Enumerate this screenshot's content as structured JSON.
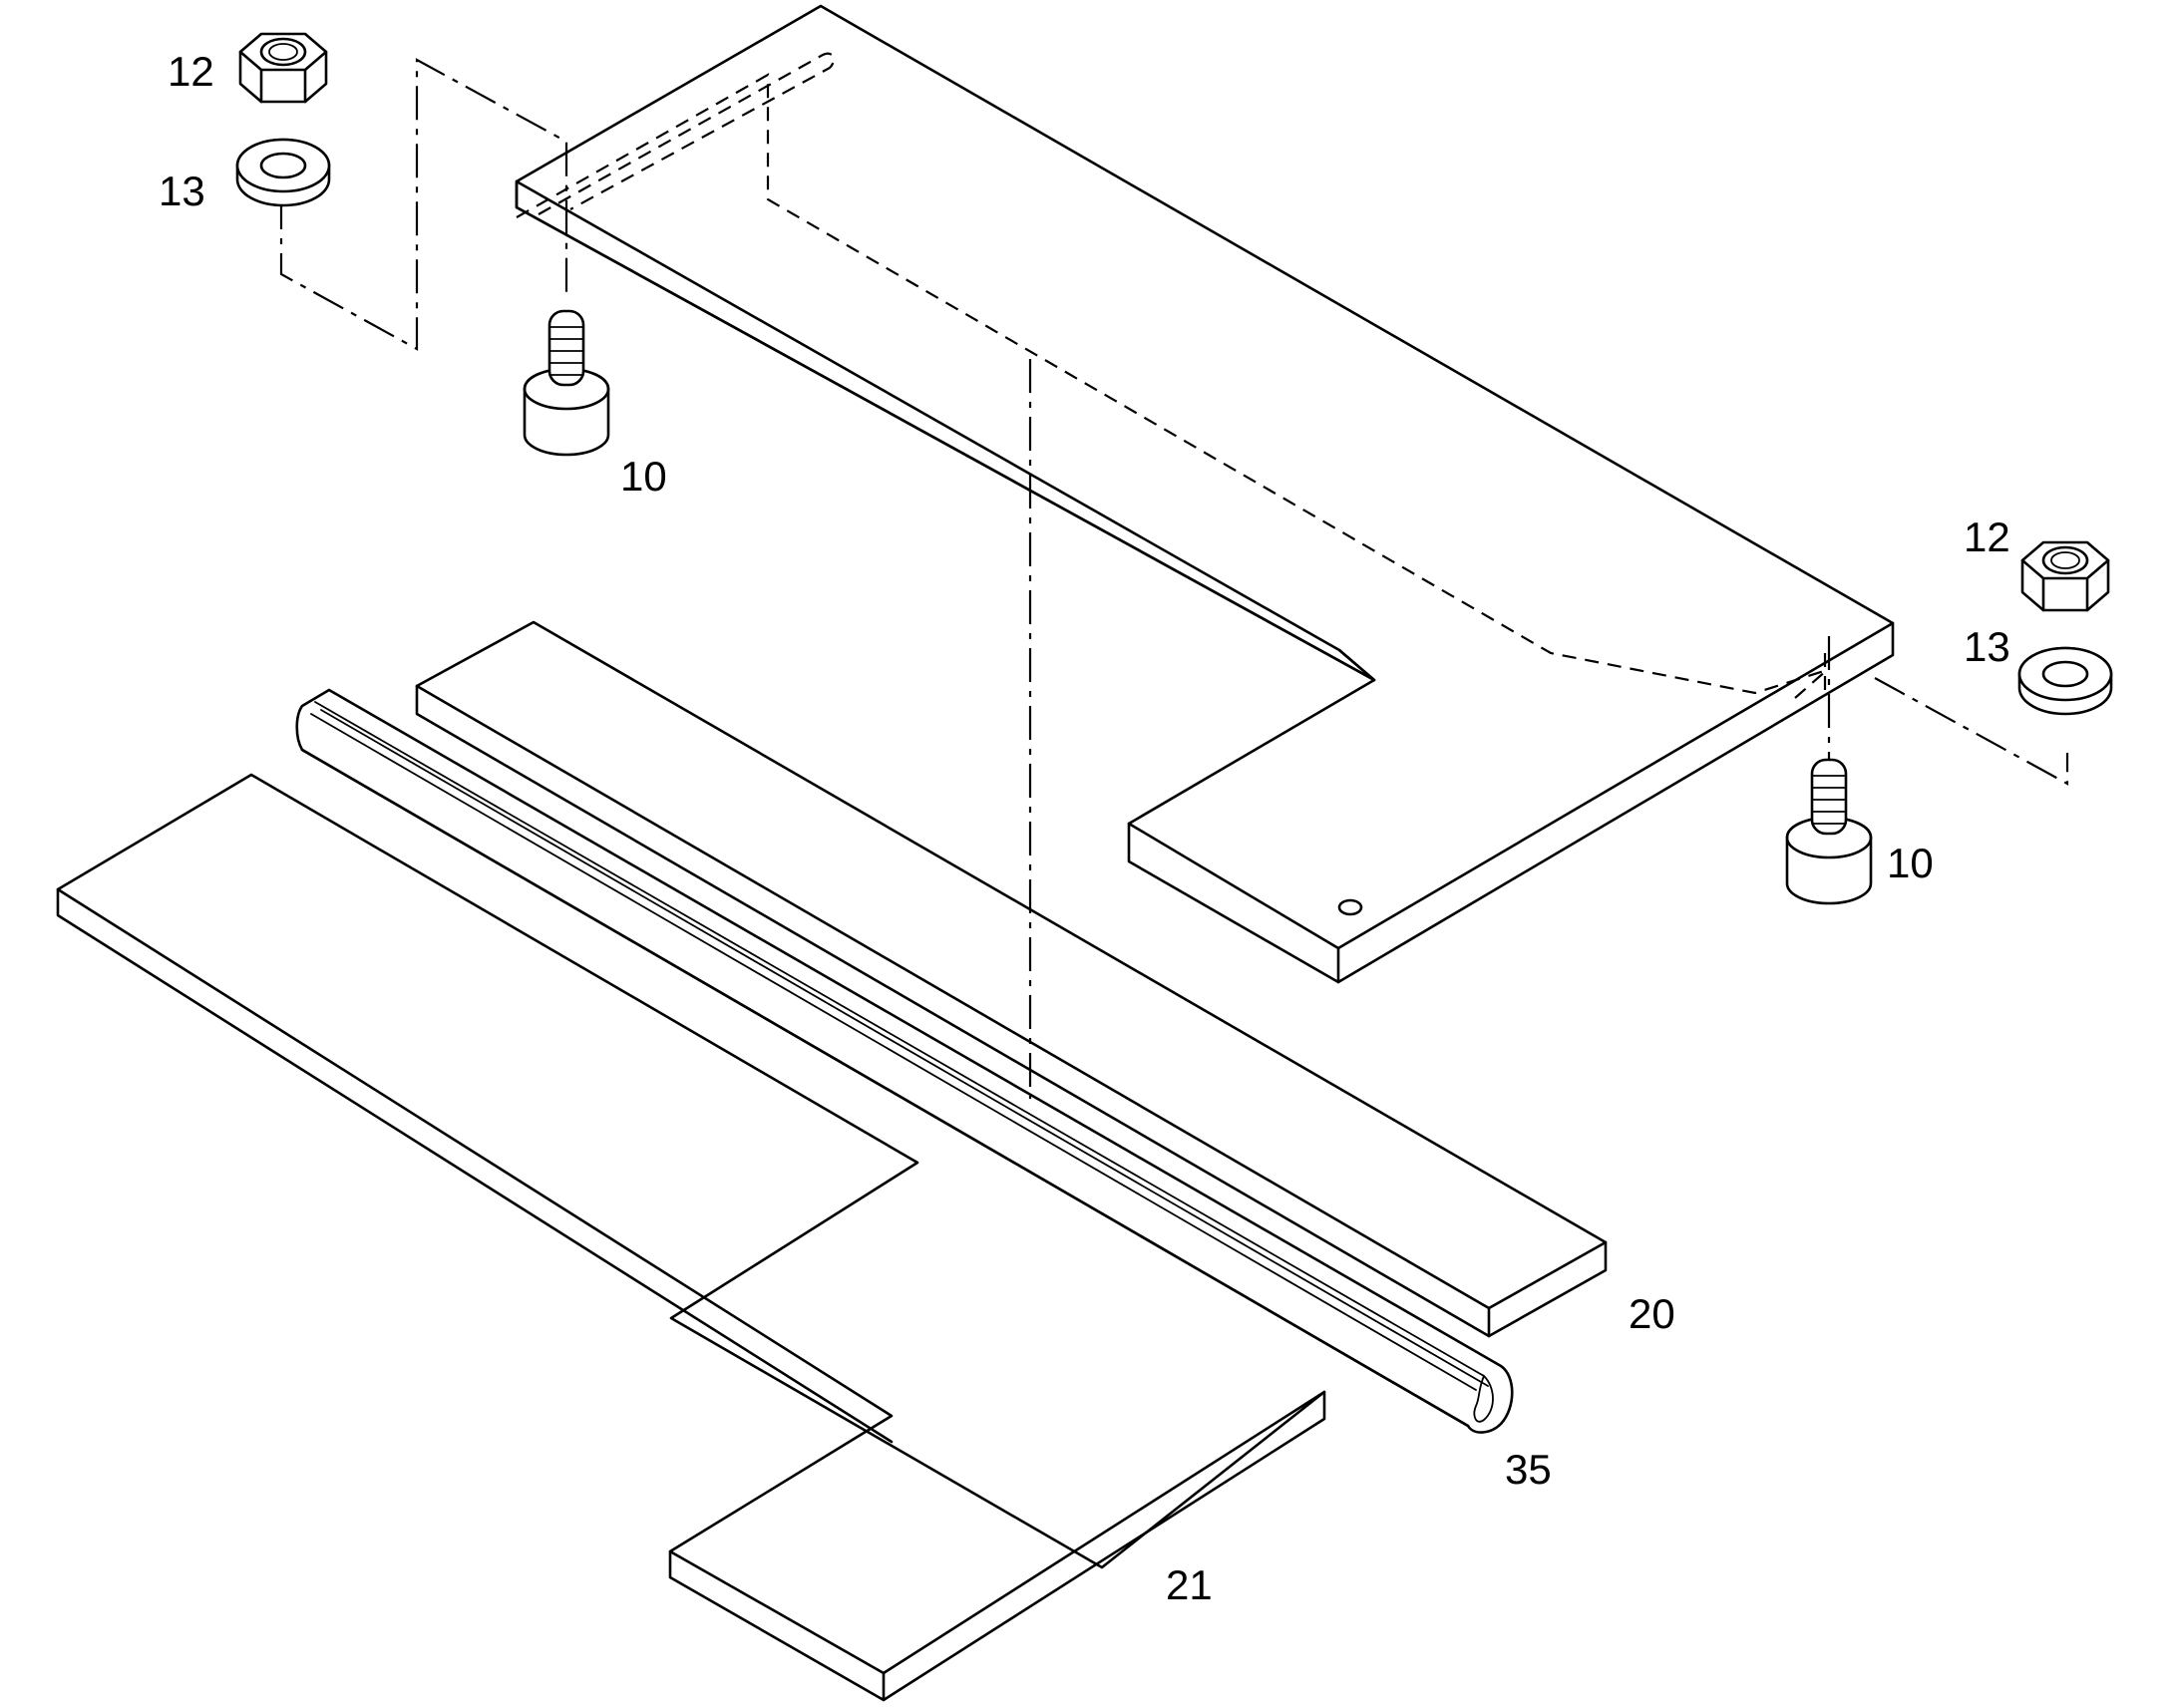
{
  "callouts": {
    "nut_top_left": "12",
    "washer_top_left": "13",
    "screw_left": "10",
    "nut_right": "12",
    "washer_right": "13",
    "screw_right": "10",
    "strip_20": "20",
    "edge_trim_35": "35",
    "plate_21": "21"
  },
  "colors": {
    "line": "#000000",
    "background": "#ffffff"
  },
  "icons": [
    "hex-nut-icon",
    "flat-washer-icon",
    "socket-head-screw-icon"
  ]
}
